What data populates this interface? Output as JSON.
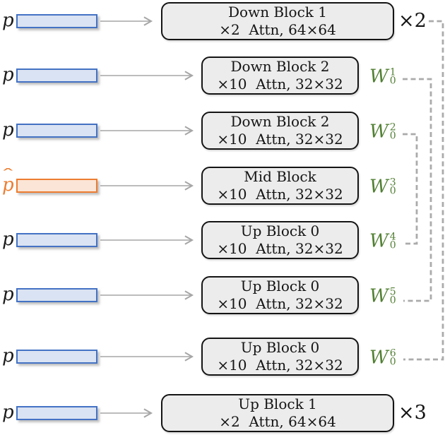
{
  "figure_type": "unet-architecture-diagram",
  "rows": [
    {
      "input_label": "p",
      "input_variant": "blue",
      "block_title": "Down Block 1",
      "block_detail": "×2  Attn, 64×64",
      "side_label": {
        "type": "multiplier",
        "text": "×2"
      }
    },
    {
      "input_label": "p",
      "input_variant": "blue",
      "block_title": "Down Block 2",
      "block_detail": "×10  Attn, 32×32",
      "side_label": {
        "type": "weight",
        "base": "W",
        "sub": "0",
        "sup": "1"
      }
    },
    {
      "input_label": "p",
      "input_variant": "blue",
      "block_title": "Down Block 2",
      "block_detail": "×10  Attn, 32×32",
      "side_label": {
        "type": "weight",
        "base": "W",
        "sub": "0",
        "sup": "2"
      }
    },
    {
      "input_label": "p",
      "input_hat": "ˆ",
      "input_variant": "orange",
      "block_title": "Mid Block",
      "block_detail": "×10  Attn, 32×32",
      "side_label": {
        "type": "weight",
        "base": "W",
        "sub": "0",
        "sup": "3"
      }
    },
    {
      "input_label": "p",
      "input_variant": "blue",
      "block_title": "Up Block 0",
      "block_detail": "×10  Attn, 32×32",
      "side_label": {
        "type": "weight",
        "base": "W",
        "sub": "0",
        "sup": "4"
      }
    },
    {
      "input_label": "p",
      "input_variant": "blue",
      "block_title": "Up Block 0",
      "block_detail": "×10  Attn, 32×32",
      "side_label": {
        "type": "weight",
        "base": "W",
        "sub": "0",
        "sup": "5"
      }
    },
    {
      "input_label": "p",
      "input_variant": "blue",
      "block_title": "Up Block 0",
      "block_detail": "×10  Attn, 32×32",
      "side_label": {
        "type": "weight",
        "base": "W",
        "sub": "0",
        "sup": "6"
      }
    },
    {
      "input_label": "p",
      "input_variant": "blue",
      "block_title": "Up Block 1",
      "block_detail": "×2  Attn, 64×64",
      "side_label": {
        "type": "multiplier",
        "text": "×3"
      }
    }
  ],
  "connections": [
    {
      "from": "×2 (Down Block 1)",
      "to": "W_0^6 (Up Block 0)"
    },
    {
      "from": "W_0^1 (Down Block 2)",
      "to": "W_0^5 (Up Block 0)"
    },
    {
      "from": "W_0^2 (Down Block 2)",
      "to": "W_0^4 (Up Block 0)"
    }
  ],
  "colors": {
    "input_blue_fill": "#dae3f3",
    "input_blue_border": "#4472c4",
    "input_orange_fill": "#fbe5d6",
    "input_orange_border": "#ed7d31",
    "block_fill": "#ececec",
    "block_border": "#141414",
    "arrow_gray": "#a6a6a6",
    "connector_gray": "#ababab",
    "weight_label_green": "#538135",
    "text_black": "#141414"
  }
}
